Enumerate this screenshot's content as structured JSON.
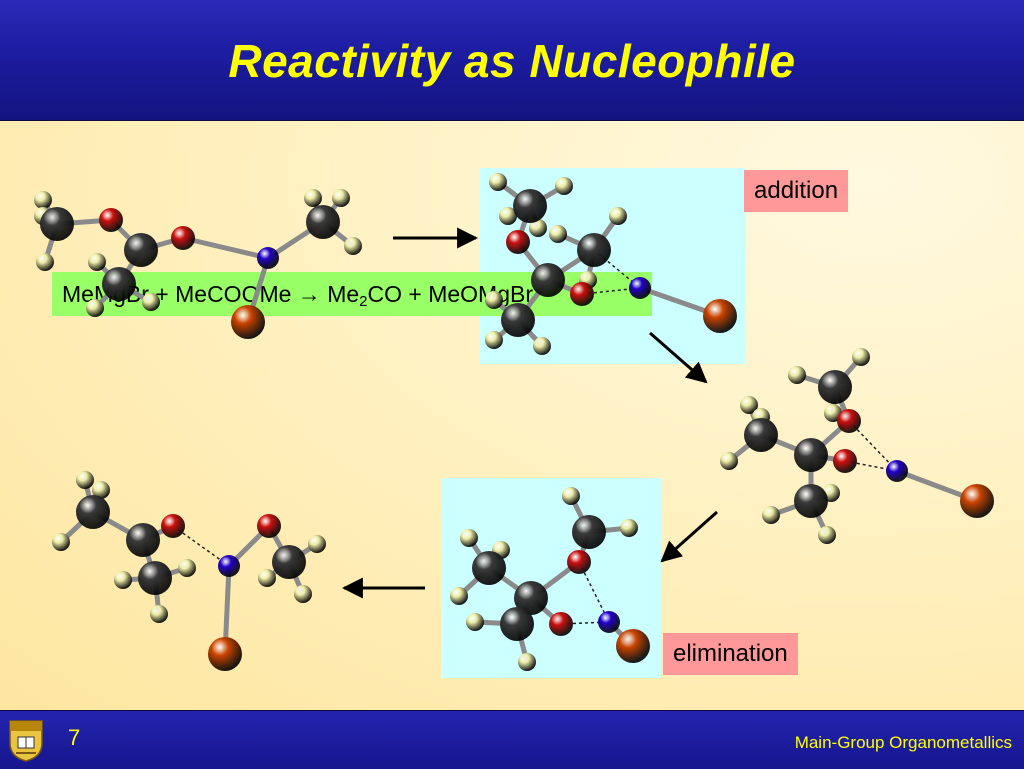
{
  "slide": {
    "title": "Reactivity as Nucleophile",
    "page_number": "7",
    "footer_text": "Main-Group Organometallics"
  },
  "labels": {
    "addition": "addition",
    "elimination": "elimination"
  },
  "equation": {
    "lhs": "MeMgBr + MeCOOMe",
    "arrow": "→",
    "me": "Me",
    "sub": "2",
    "rest": "CO + MeOMgBr"
  },
  "colors": {
    "header": "#1c1ca0",
    "title": "#ffff00",
    "carbon": "#3a3a3a",
    "hydrogen": "#eeeea8",
    "oxygen": "#cc1111",
    "magnesium": "#2200cc",
    "bromine": "#cc4400",
    "highlight_cyan": "#ccffff",
    "label_pink": "#ff9999",
    "equation_green": "#99ff66"
  },
  "icons": {
    "logo": "university-crest-icon"
  }
}
